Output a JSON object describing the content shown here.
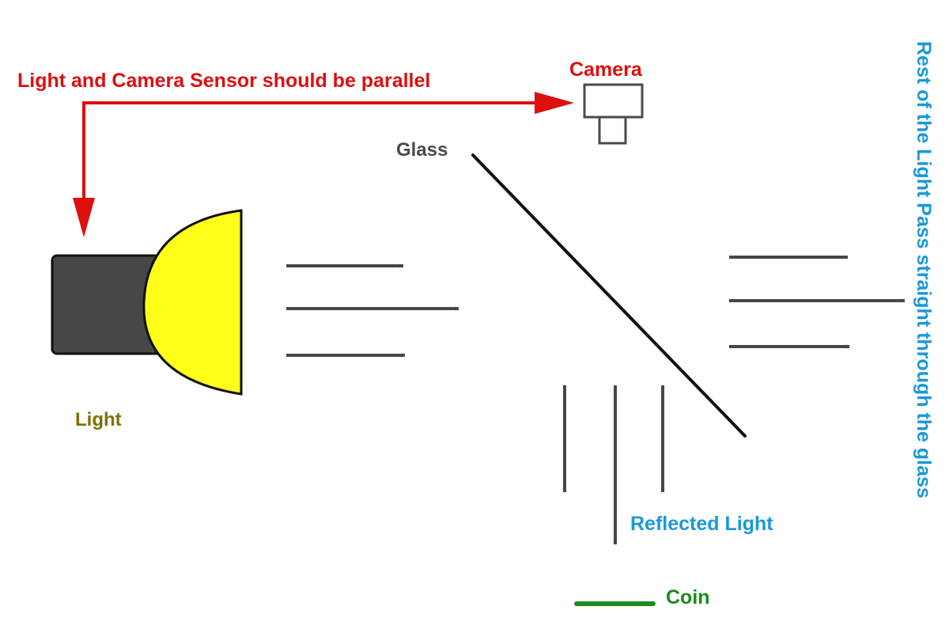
{
  "labels": {
    "instruction": "Light and Camera Sensor should be parallel",
    "camera": "Camera",
    "glass": "Glass",
    "light": "Light",
    "reflected": "Reflected Light",
    "coin": "Coin",
    "pass_through": "Rest of the Light Pass straight through the glass"
  },
  "colors": {
    "instruction": "#dd0f0f",
    "camera_label": "#dd0f0f",
    "glass_label": "#4a4a4a",
    "light_label": "#7f7000",
    "reflected_label": "#1a98d8",
    "pass_label": "#1a98d8",
    "coin_label": "#1a8a1a",
    "coin": "#1f8a1f",
    "lamp_body": "#474747",
    "lamp_bulb": "#ffff1a",
    "arrow": "#474747",
    "glass_line": "#111111",
    "camera_outline": "#4a4a4a"
  }
}
